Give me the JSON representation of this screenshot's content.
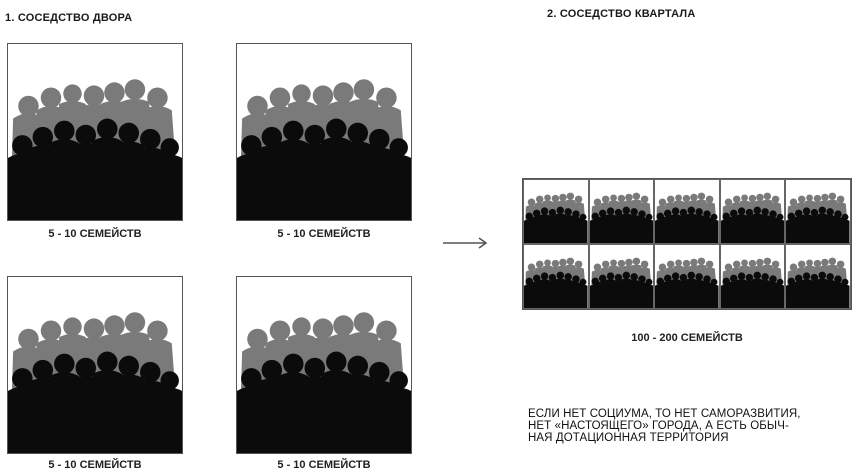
{
  "left": {
    "title": "1. СОСЕДСТВО ДВОРА",
    "groups": [
      {
        "caption": "5 - 10 СЕМЕЙСТВ"
      },
      {
        "caption": "5 - 10 СЕМЕЙСТВ"
      },
      {
        "caption": "5 - 10 СЕМЕЙСТВ"
      },
      {
        "caption": "5 - 10 СЕМЕЙСТВ"
      }
    ]
  },
  "right": {
    "title": "2. СОСЕДСТВО КВАРТАЛА",
    "grid_caption": "100 - 200 СЕМЕЙСТВ",
    "note_lines": [
      "ЕСЛИ НЕТ СОЦИУМА, ТО НЕТ САМОРАЗВИТИЯ,",
      "НЕТ «НАСТОЯЩЕГО» ГОРОДА, А ЕСТЬ ОБЫЧ-",
      "НАЯ ДОТАЦИОННАЯ ТЕРРИТОРИЯ"
    ]
  },
  "colors": {
    "back_row": "#7a7a7a",
    "front_row": "#0b0b0b",
    "border": "#555555"
  },
  "icons": {
    "crowd": "crowd-silhouette-icon",
    "arrow": "arrow-right-icon"
  }
}
